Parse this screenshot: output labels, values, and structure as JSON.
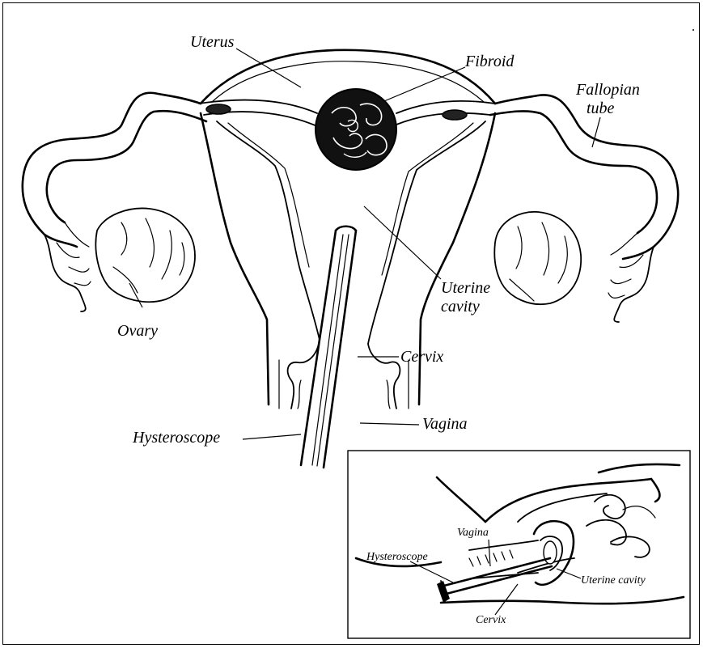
{
  "main_diagram": {
    "labels": {
      "uterus": "Uterus",
      "fibroid": "Fibroid",
      "fallopian_tube_line1": "Fallopian",
      "fallopian_tube_line2": "tube",
      "uterine_cavity_line1": "Uterine",
      "uterine_cavity_line2": "cavity",
      "ovary": "Ovary",
      "cervix": "Cervix",
      "vagina": "Vagina",
      "hysteroscope": "Hysteroscope"
    }
  },
  "inset_diagram": {
    "labels": {
      "vagina": "Vagina",
      "hysteroscope": "Hysteroscope",
      "uterine_cavity": "Uterine cavity",
      "cervix": "Cervix"
    }
  },
  "colors": {
    "line": "#000000",
    "background": "#ffffff"
  }
}
